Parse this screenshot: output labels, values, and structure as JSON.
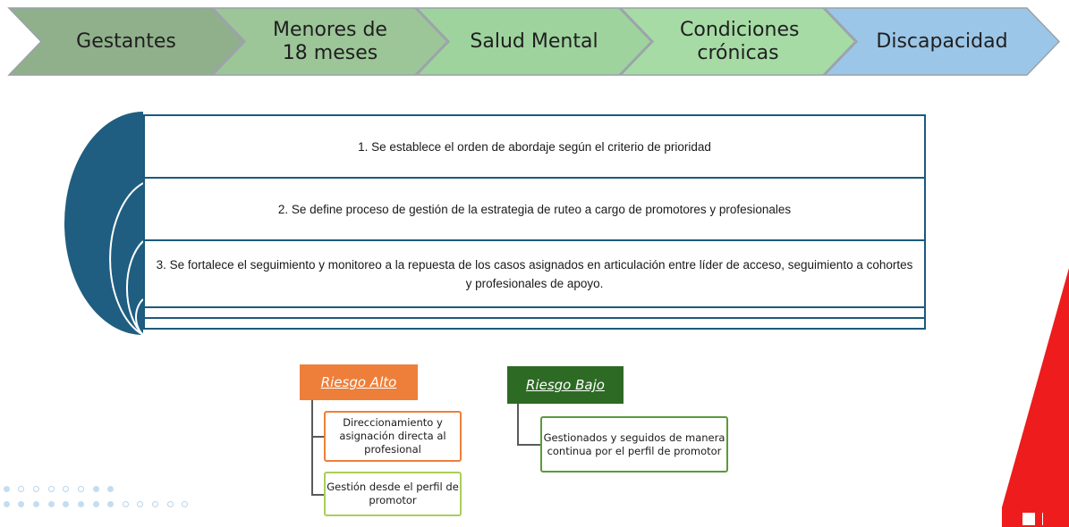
{
  "stages": [
    {
      "label": "Gestantes",
      "color": "#8fb08a"
    },
    {
      "label": "Menores de 18 meses",
      "color": "#9cc598"
    },
    {
      "label": "Salud Mental",
      "color": "#9fd39e"
    },
    {
      "label": "Condiciones crónicas",
      "color": "#a6dba6"
    },
    {
      "label": "Discapacidad",
      "color": "#9cc6e8"
    }
  ],
  "steps": [
    "1. Se establece el orden de abordaje según el criterio de prioridad",
    "2. Se define proceso de gestión de la estrategia de ruteo a cargo de promotores y profesionales",
    "3. Se fortalece el seguimiento y monitoreo a la repuesta de los casos asignados en articulación entre líder de acceso, seguimiento a cohortes y profesionales de apoyo."
  ],
  "risk_high": {
    "title": "Riesgo Alto",
    "color": "#ee7f3a",
    "items": [
      "Direccionamiento y asignación directa al profesional",
      "Gestión desde el perfil de promotor"
    ]
  },
  "risk_low": {
    "title": "Riesgo Bajo",
    "color": "#2d6b24",
    "items": [
      "Gestionados y seguidos de manera continua por el perfil de promotor"
    ]
  },
  "colors": {
    "row_border": "#1b5a7c",
    "arc": "#1f5e80",
    "brand_red": "#ee1c1c"
  }
}
